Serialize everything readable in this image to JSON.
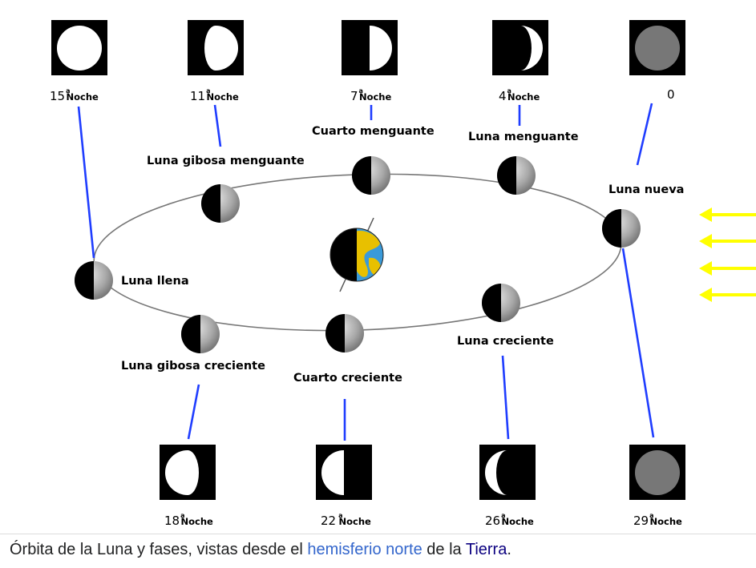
{
  "phases": {
    "luna_llena": "Luna llena",
    "luna_gibosa_menguante": "Luna gibosa menguante",
    "cuarto_menguante": "Cuarto menguante",
    "luna_menguante": "Luna menguante",
    "luna_nueva": "Luna nueva",
    "luna_creciente": "Luna creciente",
    "cuarto_creciente": "Cuarto creciente",
    "luna_gibosa_creciente": "Luna gibosa creciente"
  },
  "nights": {
    "word": "Noche",
    "ordinal": "a",
    "top": [
      "15",
      "11",
      "7",
      "4",
      "0"
    ],
    "bottom": [
      "18",
      "22",
      "26",
      "29"
    ]
  },
  "sunlight": {
    "arrow_color": "#ffff00",
    "arrow_count": 4,
    "direction": "left"
  },
  "colors": {
    "connector": "#1f3dff",
    "orbit": "#777777",
    "earth_ocean": "#3a9ad9",
    "earth_land": "#e8c000"
  },
  "caption": {
    "part1": "Órbita de la Luna y fases, vistas desde el ",
    "link1": "hemisferio norte",
    "part2": " de la ",
    "link2": "Tierra",
    "part3": "."
  }
}
